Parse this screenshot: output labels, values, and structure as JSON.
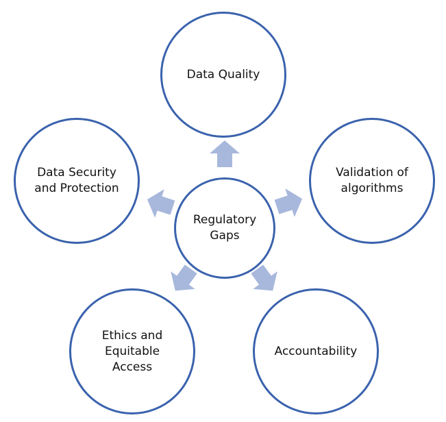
{
  "colors": {
    "circle_stroke": "#3a62ad",
    "arrow_fill": "#a8b8dc",
    "text": "#111111"
  },
  "nodes": {
    "center": "Regulatory\nGaps",
    "top": "Data Quality",
    "left": "Data Security\nand Protection",
    "right": "Validation of\nalgorithms",
    "bottom_left": "Ethics and\nEquitable\nAccess",
    "bottom_right": "Accountability"
  }
}
